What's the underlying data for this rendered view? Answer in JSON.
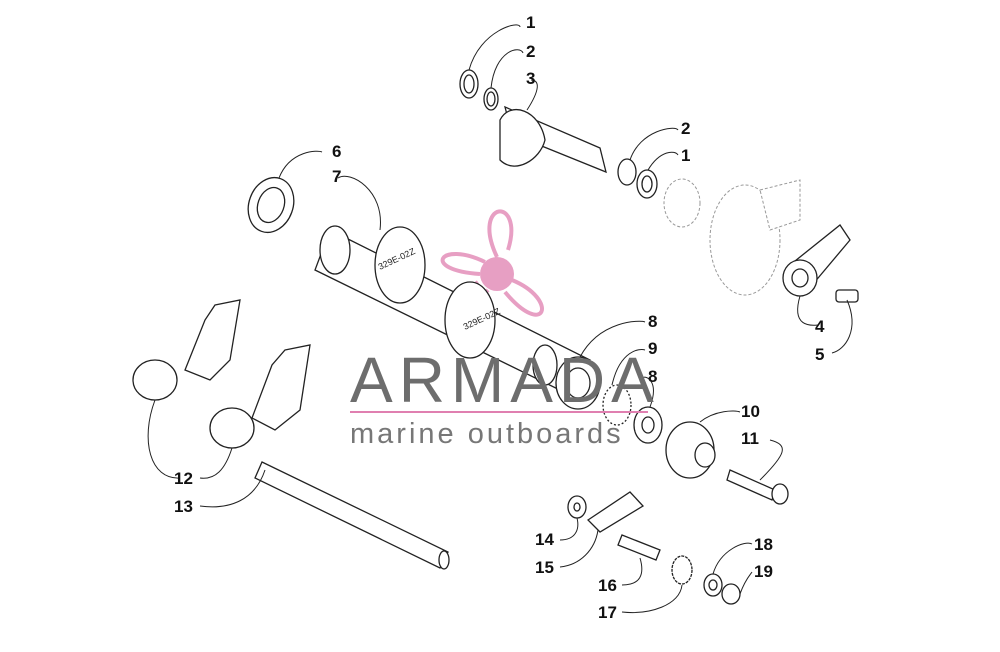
{
  "watermark": {
    "brand": "ARMADA",
    "tagline": "marine outboards",
    "accent_color": "#e07fb0",
    "text_color": "#6d6d6d"
  },
  "part_numbers": [
    "1",
    "2",
    "3",
    "2",
    "1",
    "6",
    "7",
    "4",
    "5",
    "8",
    "9",
    "8",
    "10",
    "11",
    "12",
    "13",
    "14",
    "15",
    "16",
    "17",
    "18",
    "19"
  ],
  "stamps": {
    "drum_1": "329E-02Z",
    "drum_2": "329E-02Z"
  }
}
